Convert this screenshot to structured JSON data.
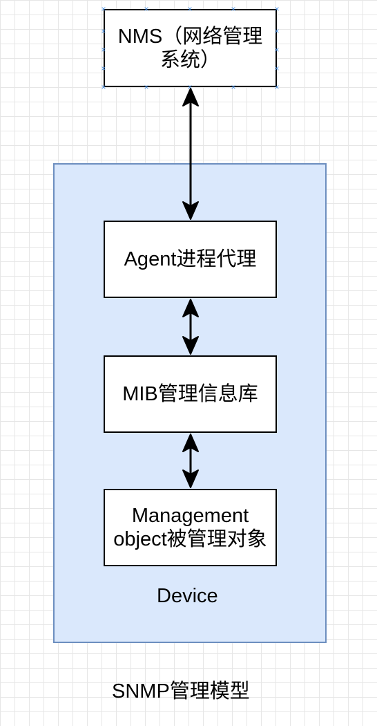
{
  "diagram": {
    "nms": {
      "label": "NMS（网络管理系统）"
    },
    "device": {
      "label": "Device"
    },
    "agent": {
      "label": "Agent进程代理"
    },
    "mib": {
      "label": "MIB管理信息库"
    },
    "managed_object": {
      "label": "Management object被管理对象"
    },
    "caption": "SNMP管理模型"
  },
  "colors": {
    "device_fill": "#dae8fc",
    "device_border": "#6c8ebf",
    "node_border": "#000000",
    "selection_handle": "#4a90e2",
    "grid": "#e6e6e6"
  },
  "edges": [
    {
      "from": "nms",
      "to": "agent",
      "direction": "bidirectional"
    },
    {
      "from": "agent",
      "to": "mib",
      "direction": "bidirectional"
    },
    {
      "from": "mib",
      "to": "managed_object",
      "direction": "bidirectional"
    }
  ]
}
